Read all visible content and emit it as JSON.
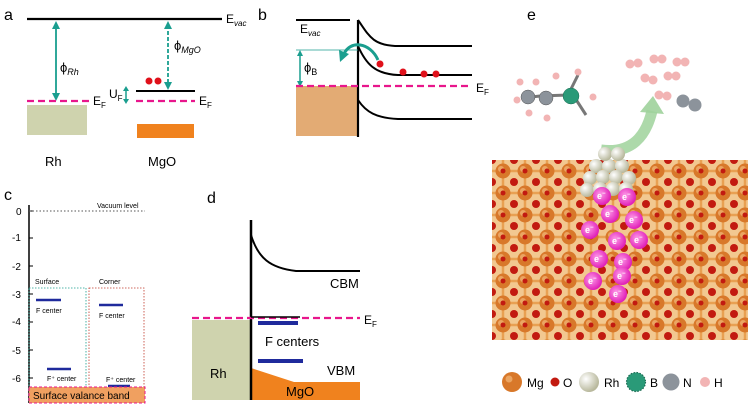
{
  "panels": {
    "a": {
      "letter": "a",
      "vac_label": "E",
      "vac_sub": "vac",
      "phi_rh": "ϕ",
      "phi_rh_sub": "Rh",
      "phi_mgo": "ϕ",
      "phi_mgo_sub": "MgO",
      "ef_label": "E",
      "ef_sub": "F",
      "uf_label": "U",
      "uf_sub": "F",
      "rh_name": "Rh",
      "mgo_name": "MgO"
    },
    "b": {
      "letter": "b",
      "vac_label": "E",
      "vac_sub": "vac",
      "phi_b": "ϕ",
      "phi_b_sub": "B",
      "ef_label": "E",
      "ef_sub": "F"
    },
    "c": {
      "letter": "c",
      "vacuum_level": "Vacuum level",
      "surface": "Surface",
      "corner": "Corner",
      "f_center": "F center",
      "f_plus_center": "F⁺ center",
      "surface_band": "Surface valance band",
      "yticks": [
        "0",
        "-1",
        "-2",
        "-3",
        "-4",
        "-5",
        "-6"
      ]
    },
    "d": {
      "letter": "d",
      "cbm": "CBM",
      "ef_label": "E",
      "ef_sub": "F",
      "f_centers": "F centers",
      "vbm": "VBM",
      "rh": "Rh",
      "mgo": "MgO"
    },
    "e": {
      "letter": "e",
      "electron": "e",
      "electron_sup": "−",
      "legend": [
        "Mg",
        "O",
        "Rh",
        "B",
        "N",
        "H"
      ]
    }
  },
  "colors": {
    "teal": "#1a9e8f",
    "magenta": "#e8168c",
    "orange": "#f0821e",
    "rh_block": "#cfd3ae",
    "navy": "#1f2a9c",
    "red": "#e0101a",
    "mgo_orange": "#d8782a",
    "o_red": "#c21a10",
    "rh_gray": "#cfcfb8",
    "b_green": "#2a9a78",
    "n_gray": "#8c939b",
    "h_pink": "#f2b4b4",
    "electron_pink": "#f03cc8"
  }
}
